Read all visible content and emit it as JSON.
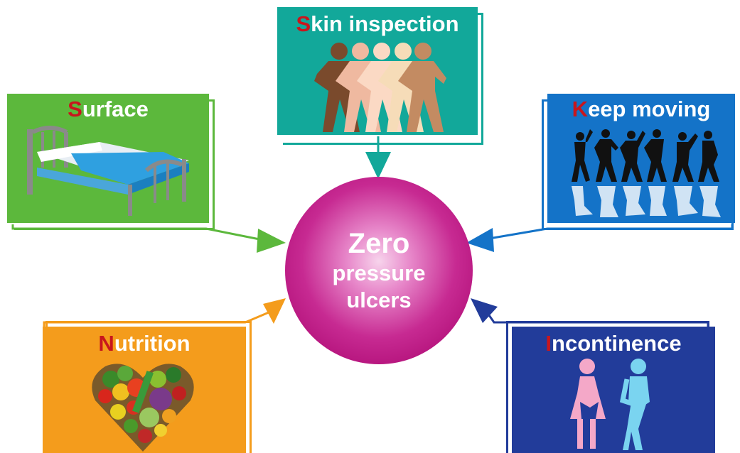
{
  "center": {
    "line1": "Zero",
    "line2": "pressure",
    "line3": "ulcers"
  },
  "panels": {
    "skin": {
      "initial": "S",
      "rest": "kin inspection",
      "color": "#12a89a",
      "icon": "people-chain-icon"
    },
    "surface": {
      "initial": "S",
      "rest": "urface",
      "color": "#5cb83c",
      "icon": "bed-icon"
    },
    "keep": {
      "initial": "K",
      "rest": "eep moving",
      "color": "#1473c8",
      "icon": "dancers-icon"
    },
    "nutrition": {
      "initial": "N",
      "rest": "utrition",
      "color": "#f49c1c",
      "icon": "vegetable-heart-icon"
    },
    "incontinence": {
      "initial": "I",
      "rest": "ncontinence",
      "color": "#223c9a",
      "icon": "toilet-figures-icon"
    }
  },
  "colors": {
    "hub": "#b3117a",
    "initial_letter": "#c8161d"
  }
}
